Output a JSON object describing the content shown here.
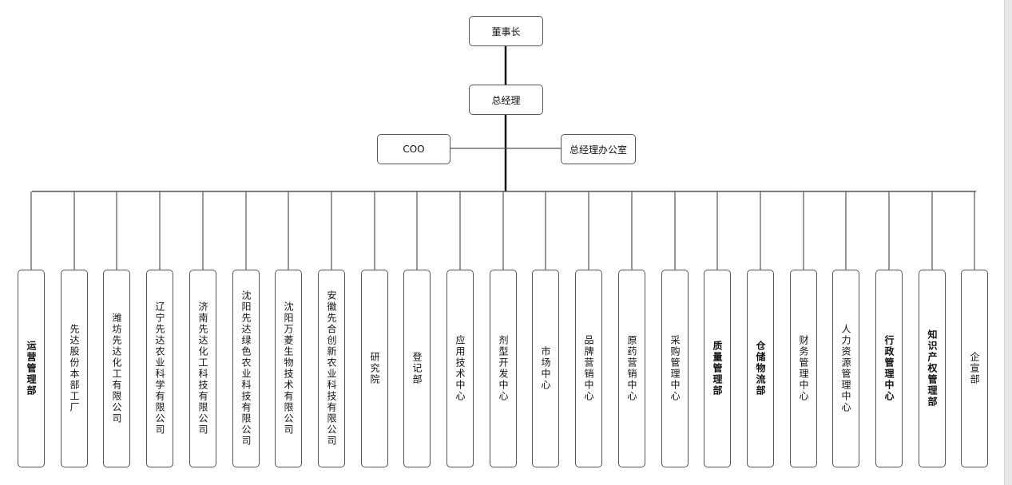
{
  "top": {
    "label": "董事长"
  },
  "gm": {
    "label": "总经理"
  },
  "coo": {
    "label": "COO"
  },
  "gm_office": {
    "label": "总经理办公室"
  },
  "departments": [
    {
      "label": "运营管理部",
      "bold": true
    },
    {
      "label": "先达股份本部工厂",
      "bold": false
    },
    {
      "label": "潍坊先达化工有限公司",
      "bold": false
    },
    {
      "label": "辽宁先达农业科学有限公司",
      "bold": false
    },
    {
      "label": "济南先达化工科技有限公司",
      "bold": false
    },
    {
      "label": "沈阳先达绿色农业科技有限公司",
      "bold": false
    },
    {
      "label": "沈阳万菱生物技术有限公司",
      "bold": false
    },
    {
      "label": "安徽先合创新农业科技有限公司",
      "bold": false
    },
    {
      "label": "研究院",
      "bold": false
    },
    {
      "label": "登记部",
      "bold": false
    },
    {
      "label": "应用技术中心",
      "bold": false
    },
    {
      "label": "剂型开发中心",
      "bold": false
    },
    {
      "label": "市场中心",
      "bold": false
    },
    {
      "label": "品牌营销中心",
      "bold": false
    },
    {
      "label": "原药营销中心",
      "bold": false
    },
    {
      "label": "采购管理中心",
      "bold": false
    },
    {
      "label": "质量管理部",
      "bold": true
    },
    {
      "label": "仓储物流部",
      "bold": true
    },
    {
      "label": "财务管理中心",
      "bold": false
    },
    {
      "label": "人力资源管理中心",
      "bold": false
    },
    {
      "label": "行政管理中心",
      "bold": true
    },
    {
      "label": "知识产权管理部",
      "bold": true
    },
    {
      "label": "企宣部",
      "bold": false
    }
  ],
  "colors": {
    "line": "#555555",
    "spine": "#111111",
    "border": "#555555"
  }
}
